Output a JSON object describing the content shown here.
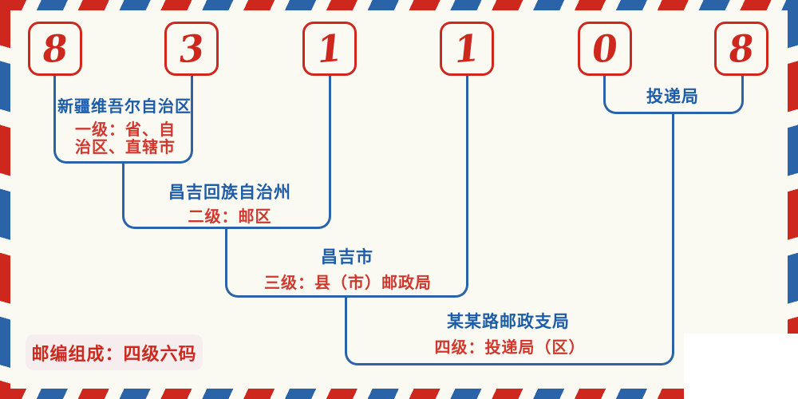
{
  "code": {
    "digits": [
      "8",
      "3",
      "1",
      "1",
      "0",
      "8"
    ]
  },
  "levels": [
    {
      "name": "新疆维吾尔自治区",
      "desc_lines": [
        "一级：省、自",
        "治区、直辖市"
      ]
    },
    {
      "name": "昌吉回族自治州",
      "desc_lines": [
        "二级：邮区"
      ]
    },
    {
      "name": "昌吉市",
      "desc_lines": [
        "三级：县（市）邮政局"
      ]
    },
    {
      "name": "某某路邮政支局",
      "desc_lines": [
        "四级：投递局（区）"
      ]
    }
  ],
  "delivery_office_label": "投递局",
  "badge_label": "邮编组成：四级六码",
  "colors": {
    "stripe_red": "#CE271D",
    "stripe_blue": "#2A63A8",
    "text_blue": "#1D5CA8",
    "text_red": "#D2372E",
    "background": "#FAFAF3",
    "badge_background": "#F6EEEE",
    "corner_patch": "#FFFFFF"
  }
}
